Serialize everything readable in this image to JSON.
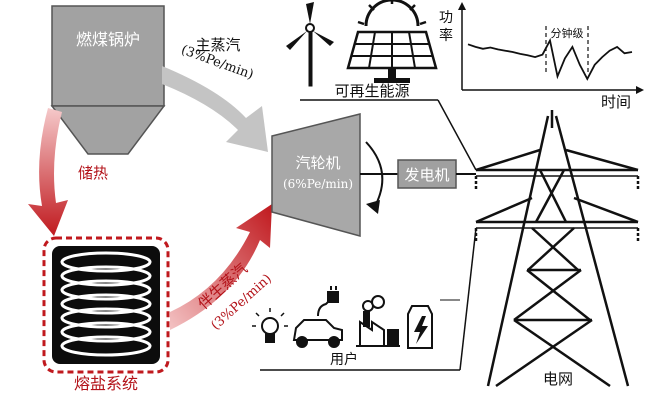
{
  "boiler": {
    "label": "燃煤锅炉"
  },
  "main_steam": {
    "label": "主蒸汽",
    "rate": "(3%Pe/min)"
  },
  "heat_storage": {
    "label": "储热"
  },
  "molten_salt": {
    "label": "熔盐系统"
  },
  "companion_steam": {
    "label": "伴生蒸汽",
    "rate": "(3%Pe/min)"
  },
  "turbine": {
    "label": "汽轮机",
    "rate": "(6%Pe/min)"
  },
  "generator": {
    "label": "发电机"
  },
  "renewable": {
    "label": "可再生能源"
  },
  "power_chart": {
    "ylabel": "功率",
    "xlabel": "时间",
    "annotation": "分钟级",
    "values": [
      0.62,
      0.58,
      0.55,
      0.57,
      0.54,
      0.52,
      0.5,
      0.47,
      0.45,
      0.42,
      0.46,
      0.68,
      0.12,
      0.4,
      0.58,
      0.3,
      0.08,
      0.3,
      0.42,
      0.52,
      0.58,
      0.48,
      0.5
    ]
  },
  "users": {
    "label": "用户"
  },
  "grid": {
    "label": "电网"
  },
  "colors": {
    "arrow_gray": "#c4c4c4",
    "arrow_red": "#c0191e",
    "turbine_fill": "#a8a8a8",
    "boiler_fill": "#a2a2a2",
    "accent_red": "#b3131a"
  }
}
